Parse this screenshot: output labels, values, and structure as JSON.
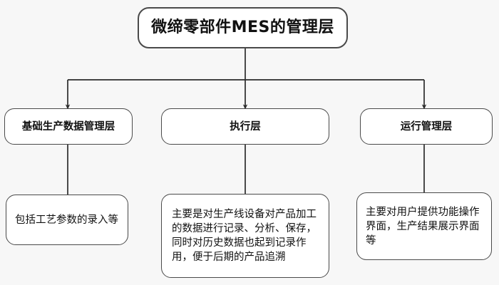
{
  "diagram": {
    "type": "hierarchy-tree",
    "background_color": "#f7f7f7",
    "box_fill_color": "#ffffff",
    "box_border_color": "#4a4a4a",
    "text_color": "#111111",
    "root": {
      "id": "root",
      "label": "微缔零部件MES的管理层"
    },
    "layers": [
      {
        "id": "basic",
        "label": "基础生产数据管理层",
        "description": "包括工艺参数的录入等"
      },
      {
        "id": "exec",
        "label": "执行层",
        "description": "主要是对生产线设备对产品加工的数据进行记录、分析、保存，同时对历史数据也起到记录作用，便于后期的产品追溯"
      },
      {
        "id": "ops",
        "label": "运行管理层",
        "description": "主要对用户提供功能操作界面，生产结果展示界面等"
      }
    ],
    "connectors": [
      {
        "name": "root-to-basic",
        "arrowhead": true
      },
      {
        "name": "root-to-exec",
        "arrowhead": true
      },
      {
        "name": "root-to-ops",
        "arrowhead": true
      },
      {
        "name": "basic-to-desc",
        "arrowhead": false
      },
      {
        "name": "exec-to-desc",
        "arrowhead": false
      },
      {
        "name": "ops-to-desc",
        "arrowhead": false
      }
    ]
  }
}
